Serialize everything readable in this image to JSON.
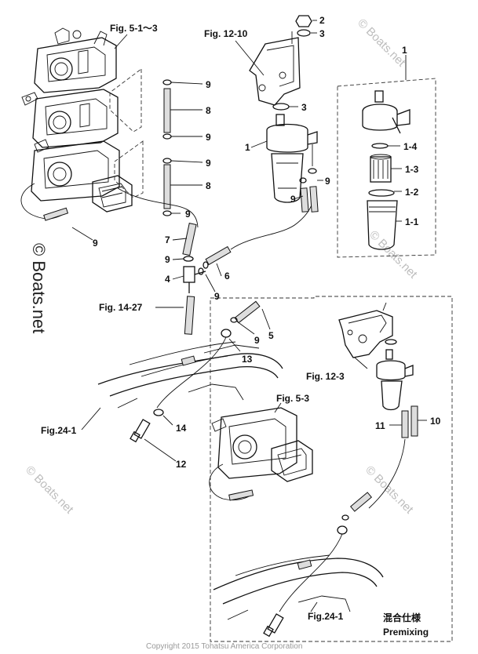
{
  "figure_refs": {
    "fig_5_1_3": "Fig. 5-1～3",
    "fig_12_10": "Fig. 12-10",
    "fig_14_27": "Fig. 14-27",
    "fig_24_1_left": "Fig.24-1",
    "fig_12_3": "Fig. 12-3",
    "fig_5_3": "Fig. 5-3",
    "fig_24_1_right": "Fig.24-1"
  },
  "callouts": {
    "c1_box": "1",
    "c1_filter": "1",
    "c1_1": "1-1",
    "c1_2": "1-2",
    "c1_3": "1-3",
    "c1_4": "1-4",
    "c2": "2",
    "c3_top": "3",
    "c3_mid": "3",
    "c4": "4",
    "c5": "5",
    "c6": "6",
    "c7": "7",
    "c8_a": "8",
    "c8_b": "8",
    "c9_a": "9",
    "c9_b": "9",
    "c9_c": "9",
    "c9_d": "9",
    "c9_e": "9",
    "c9_f": "9",
    "c9_g": "9",
    "c9_h": "9",
    "c9_i": "9",
    "c9_j": "9",
    "c10": "10",
    "c11": "11",
    "c12": "12",
    "c13": "13",
    "c14": "14"
  },
  "premix": {
    "japanese": "混合仕様",
    "english": "Premixing"
  },
  "watermarks": {
    "main": "© Boats.net",
    "faint": "© Boats.net"
  },
  "copyright": "Copyright 2015 Tohatsu America Corporation"
}
